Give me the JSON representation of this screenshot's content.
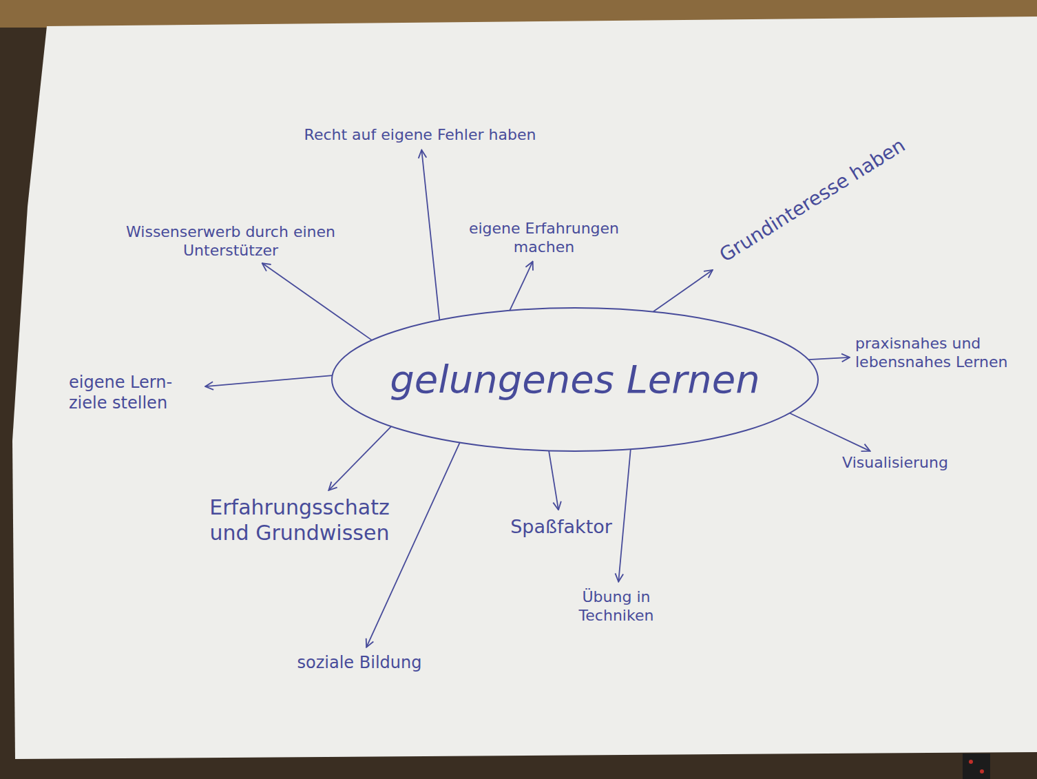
{
  "diagram": {
    "nodes": [
      {
        "text": [
          "gelungenes Lernen"
        ]
      },
      {
        "text": [
          "Recht auf eigene Fehler haben"
        ]
      },
      {
        "text": [
          "Grundinteresse haben"
        ]
      },
      {
        "text": [
          "Wissenserwerb durch einen Unterstützer"
        ]
      },
      {
        "text": [
          "eigene Erfahrungen machen"
        ]
      },
      {
        "text": [
          "praxisnahes und lebensnahes Lernen"
        ]
      },
      {
        "text": [
          "eigene Lern- ziele stellen"
        ]
      },
      {
        "text": [
          "Visualisierung"
        ]
      },
      {
        "text": [
          "Erfahrungsschatz und Grundwissen"
        ]
      },
      {
        "text": [
          "Spaßfaktor"
        ]
      },
      {
        "text": [
          "Übung in Techniken"
        ]
      },
      {
        "text": [
          "soziale Bildung"
        ]
      }
    ],
    "edges": [
      {
        "from": 0,
        "to": 1,
        "arrow": "to"
      },
      {
        "from": 0,
        "to": 2,
        "arrow": "to"
      },
      {
        "from": 0,
        "to": 3,
        "arrow": "to"
      },
      {
        "from": 0,
        "to": 4,
        "arrow": "to"
      },
      {
        "from": 0,
        "to": 5,
        "arrow": "to"
      },
      {
        "from": 0,
        "to": 6,
        "arrow": "to"
      },
      {
        "from": 0,
        "to": 7,
        "arrow": "to"
      },
      {
        "from": 0,
        "to": 8,
        "arrow": "to"
      },
      {
        "from": 0,
        "to": 9,
        "arrow": "to"
      },
      {
        "from": 0,
        "to": 10,
        "arrow": "to"
      },
      {
        "from": 0,
        "to": 11,
        "arrow": "to"
      }
    ]
  }
}
